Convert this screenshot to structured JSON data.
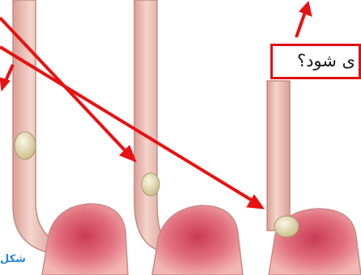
{
  "callout": {
    "text": "ی شود؟"
  },
  "caption": {
    "text": "شکل"
  },
  "colors": {
    "arrow": "#e81212",
    "esophagus": "#e7b6ac",
    "stomach": "#e2707d",
    "bolus": "#ddd2a6"
  },
  "figures": [
    {
      "name": "esophagus-stage-1",
      "bolus_position": "mid-esophagus"
    },
    {
      "name": "esophagus-stage-2",
      "bolus_position": "lower-esophagus"
    },
    {
      "name": "esophagus-stage-3",
      "bolus_position": "entering-stomach"
    }
  ]
}
